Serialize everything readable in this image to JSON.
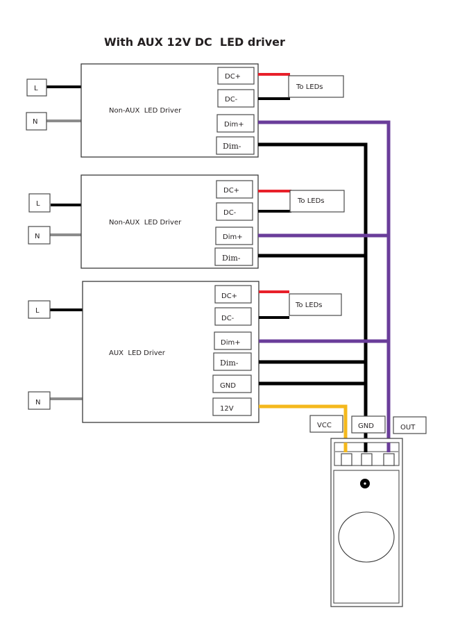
{
  "title": "With AUX 12V DC  LED driver",
  "colors": {
    "live": "#000000",
    "neutral": "#8c8c8c",
    "dc_positive": "#e8202a",
    "dc_negative": "#000000",
    "dim_positive": "#6a3d9a",
    "dim_negative": "#000000",
    "vcc_12v": "#f4b81c",
    "outline": "#3a3a3a"
  },
  "drivers": [
    {
      "name": "Non-AUX  LED Driver",
      "mains": [
        "L",
        "N"
      ],
      "terminals": [
        "DC+",
        "DC-",
        "Dim+",
        "Dim-"
      ],
      "output_label": "To LEDs"
    },
    {
      "name": "Non-AUX  LED Driver",
      "mains": [
        "L",
        "N"
      ],
      "terminals": [
        "DC+",
        "DC-",
        "Dim+",
        "Dim-"
      ],
      "output_label": "To LEDs"
    },
    {
      "name": "AUX  LED Driver",
      "mains": [
        "L",
        "N"
      ],
      "terminals": [
        "DC+",
        "DC-",
        "Dim+",
        "Dim-",
        "GND",
        "12V"
      ],
      "output_label": "To LEDs"
    }
  ],
  "sensor": {
    "pins": [
      "VCC",
      "GND",
      "OUT"
    ]
  }
}
